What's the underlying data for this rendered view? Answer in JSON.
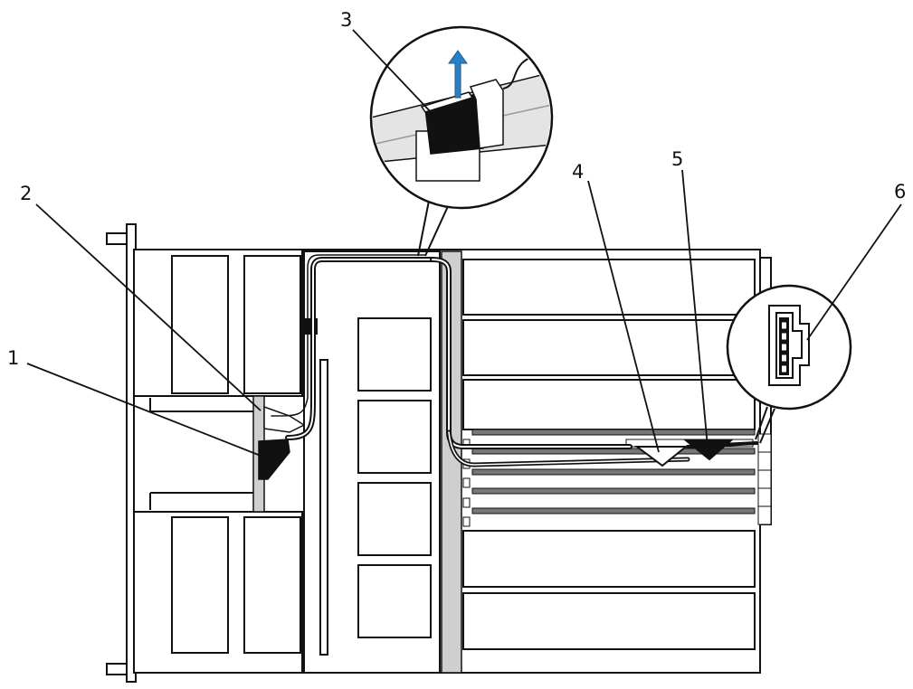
{
  "callouts": [
    {
      "id": "1",
      "label": "1"
    },
    {
      "id": "2",
      "label": "2"
    },
    {
      "id": "3",
      "label": "3"
    },
    {
      "id": "4",
      "label": "4"
    },
    {
      "id": "5",
      "label": "5"
    },
    {
      "id": "6",
      "label": "6"
    }
  ],
  "colors": {
    "outline": "#111111",
    "panel_gray": "#cfcfcf",
    "light_gray": "#e4e4e4",
    "cable_dark": "#111111",
    "arrow_blue": "#2b7fc4",
    "background": "#ffffff"
  }
}
